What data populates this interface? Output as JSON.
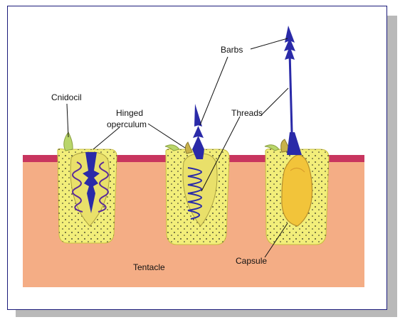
{
  "labels": {
    "cnidocil": "Cnidocil",
    "hinged_line1": "Hinged",
    "hinged_line2": "operculum",
    "barbs": "Barbs",
    "threads": "Threads",
    "tentacle": "Tentacle",
    "capsule": "Capsule"
  },
  "colors": {
    "tentacle_tissue": "#f4ad85",
    "epidermis": "#c8355f",
    "cell_yellow": "#f2ee7a",
    "thread_blue": "#2a2aa8",
    "coil_purple": "#5a2a9a",
    "capsule_fill": "#f2c43a",
    "cnidocil_green": "#b9d66a",
    "frame_border": "#1a1a7a"
  }
}
